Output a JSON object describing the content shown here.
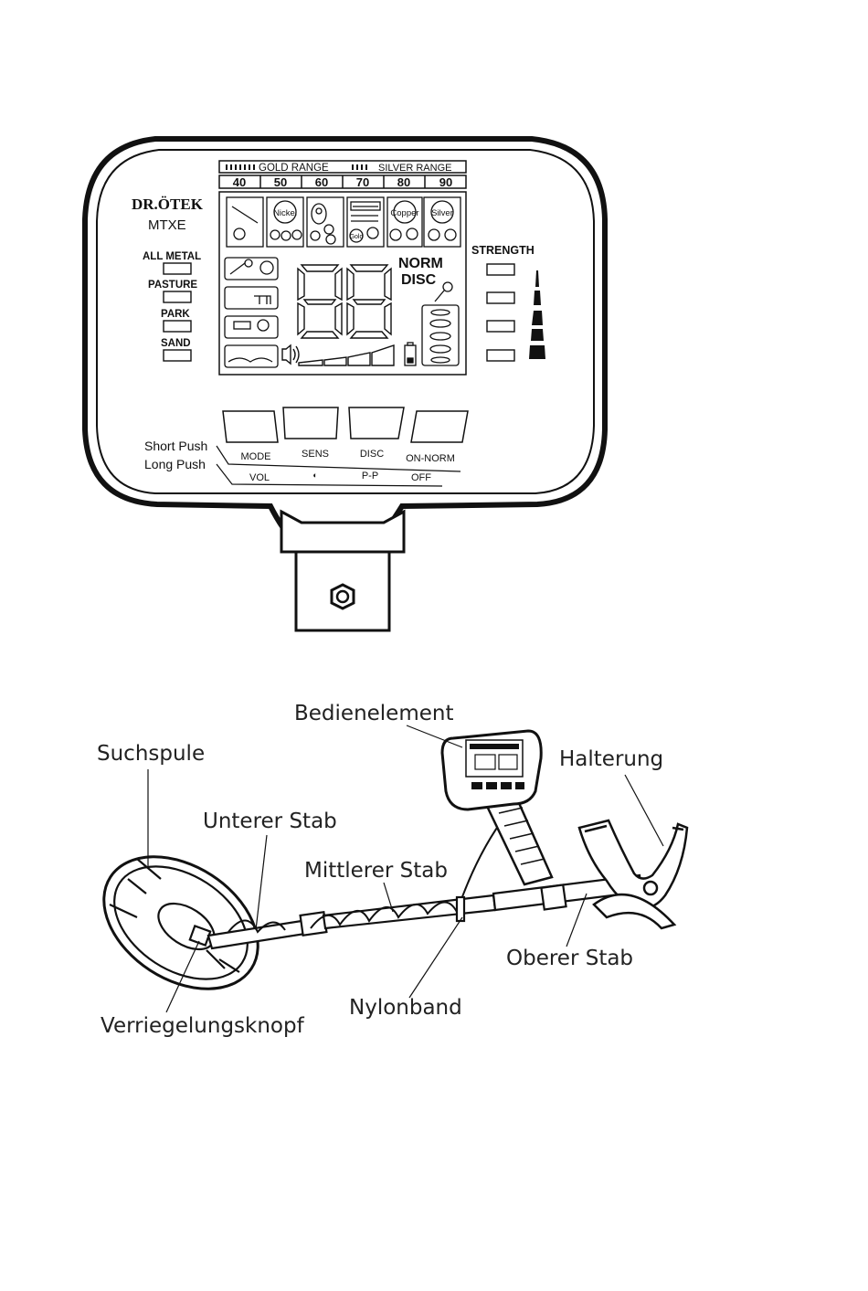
{
  "control_box": {
    "brand": "DR.ÖTEK",
    "model": "MTXE",
    "range_bar": {
      "gold_label": "GOLD RANGE",
      "silver_label": "SILVER RANGE"
    },
    "scale": [
      "40",
      "50",
      "60",
      "70",
      "80",
      "90"
    ],
    "target_icons": [
      "Nickel",
      "Copper",
      "Silver",
      "Gold"
    ],
    "modes": [
      "ALL METAL",
      "PASTURE",
      "PARK",
      "SAND"
    ],
    "display": {
      "digits": "88",
      "mode_line1": "NORM",
      "mode_line2": "DISC"
    },
    "strength_label": "STRENGTH",
    "strength_boxes": 4,
    "buttons": [
      {
        "short": "MODE",
        "long": "VOL"
      },
      {
        "short": "SENS",
        "long": "◐"
      },
      {
        "short": "DISC",
        "long": "P-P"
      },
      {
        "short": "ON-NORM",
        "long": "OFF"
      }
    ],
    "short_push_label": "Short Push",
    "long_push_label": "Long Push"
  },
  "detector": {
    "labels": {
      "control_unit": "Bedienelement",
      "search_coil": "Suchspule",
      "lower_rod": "Unterer Stab",
      "middle_rod": "Mittlerer Stab",
      "armrest": "Halterung",
      "upper_rod": "Oberer Stab",
      "nylon_band": "Nylonband",
      "locking_knob": "Verriegelungsknopf"
    }
  },
  "colors": {
    "ink": "#111111",
    "background": "#ffffff",
    "lcd_bg": "#ffffff"
  }
}
